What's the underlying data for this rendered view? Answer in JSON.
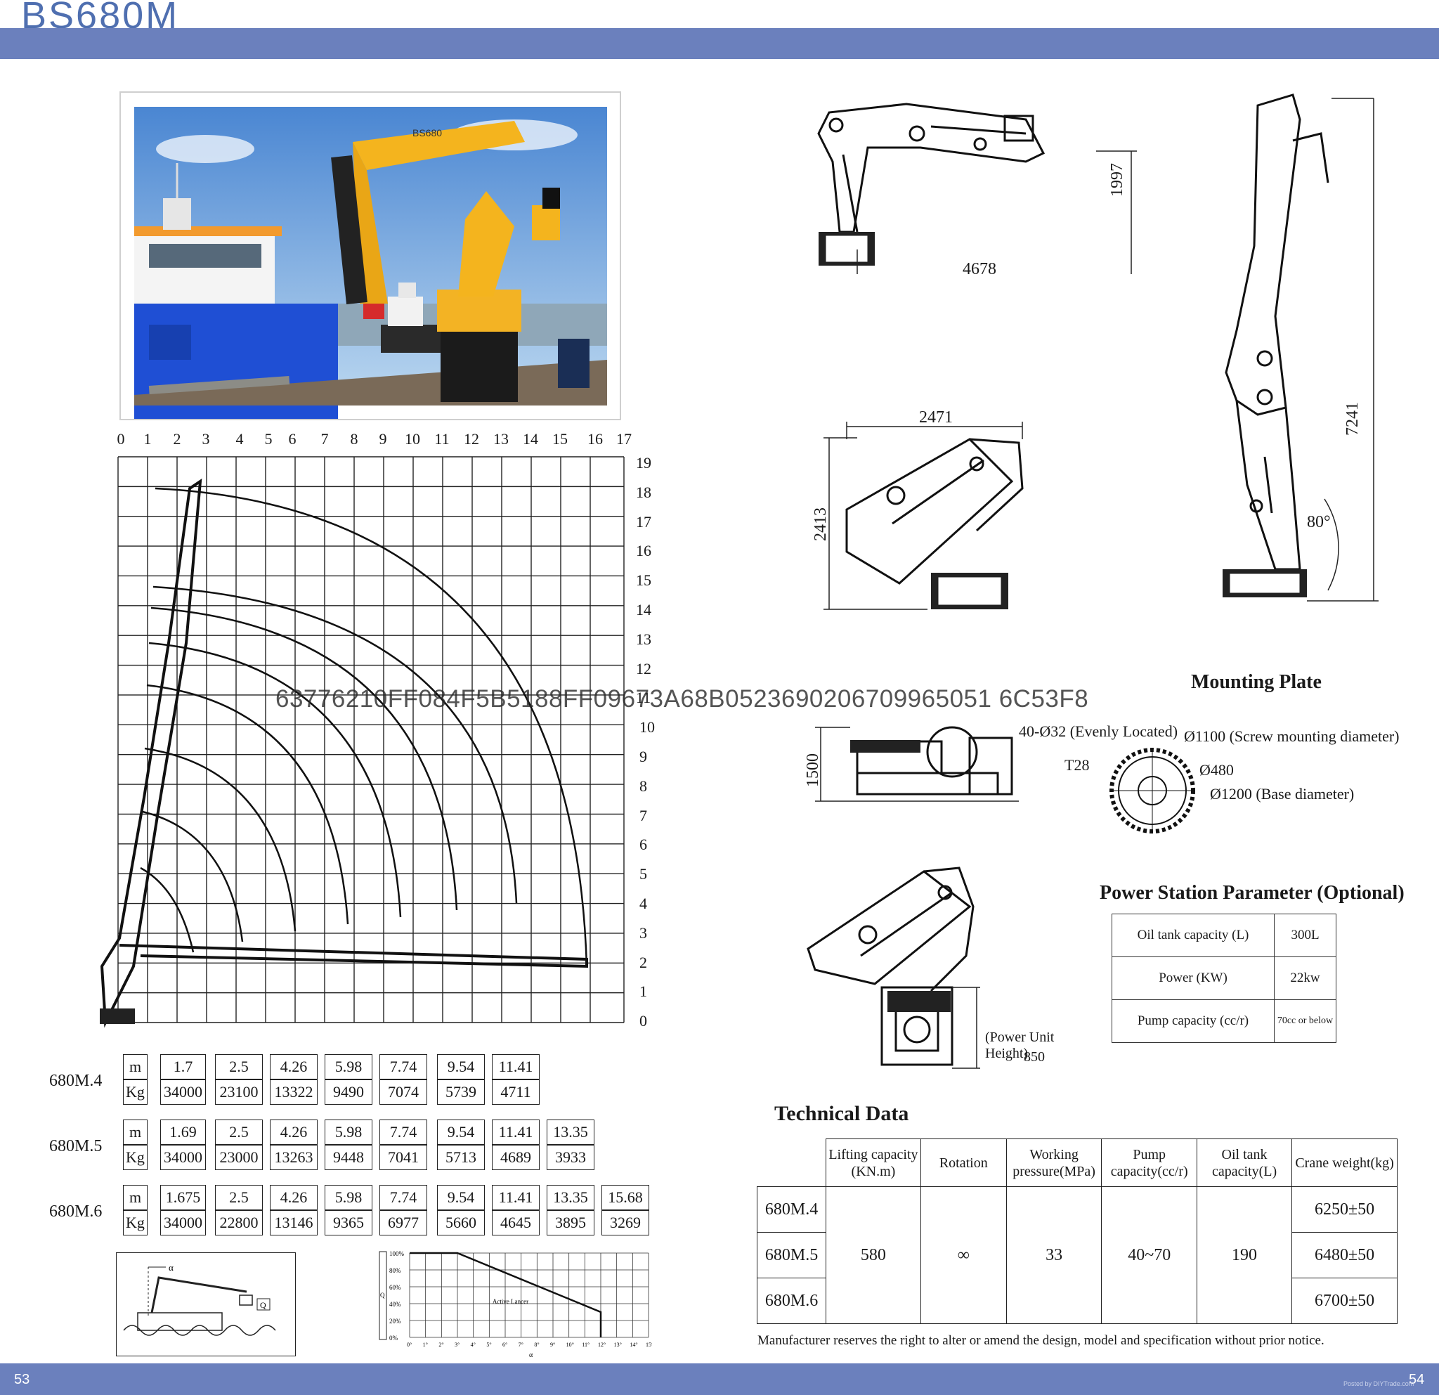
{
  "header": {
    "title": "BS680M"
  },
  "footer": {
    "page_left": "53",
    "page_right": "54",
    "credit": "Posted by DIYTrade.com"
  },
  "photo": {
    "crane_badge": "BS680"
  },
  "working_range": {
    "x_ticks": [
      "0",
      "1",
      "2",
      "3",
      "4",
      "5",
      "6",
      "7",
      "8",
      "9",
      "10",
      "11",
      "12",
      "13",
      "14",
      "15",
      "16",
      "17"
    ],
    "y_ticks": [
      "19",
      "18",
      "17",
      "16",
      "15",
      "14",
      "13",
      "12",
      "11",
      "10",
      "9",
      "8",
      "7",
      "6",
      "5",
      "4",
      "3",
      "2",
      "1",
      "0"
    ]
  },
  "load_tables": [
    {
      "model": "680M.4",
      "unit_m": "m",
      "unit_kg": "Kg",
      "m": [
        "1.7",
        "2.5",
        "4.26",
        "5.98",
        "7.74",
        "9.54",
        "11.41"
      ],
      "kg": [
        "34000",
        "23100",
        "13322",
        "9490",
        "7074",
        "5739",
        "4711"
      ]
    },
    {
      "model": "680M.5",
      "unit_m": "m",
      "unit_kg": "Kg",
      "m": [
        "1.69",
        "2.5",
        "4.26",
        "5.98",
        "7.74",
        "9.54",
        "11.41",
        "13.35"
      ],
      "kg": [
        "34000",
        "23000",
        "13263",
        "9448",
        "7041",
        "5713",
        "4689",
        "3933"
      ]
    },
    {
      "model": "680M.6",
      "unit_m": "m",
      "unit_kg": "Kg",
      "m": [
        "1.675",
        "2.5",
        "4.26",
        "5.98",
        "7.74",
        "9.54",
        "11.41",
        "13.35",
        "15.68"
      ],
      "kg": [
        "34000",
        "22800",
        "13146",
        "9365",
        "6977",
        "5660",
        "4645",
        "3895",
        "3269"
      ]
    }
  ],
  "small_diagram": {
    "alpha": "α",
    "q": "Q"
  },
  "derate_chart": {
    "y_labels": [
      "100%",
      "80%",
      "60%",
      "40%",
      "20%",
      "0%"
    ],
    "x_labels": [
      "0°",
      "1°",
      "2°",
      "3°",
      "4°",
      "5°",
      "6°",
      "7°",
      "8°",
      "9°",
      "10°",
      "11°",
      "12°",
      "13°",
      "14°",
      "15°"
    ],
    "axis_symbol": "α",
    "y_symbol": "Q",
    "annotation": "Active Lancer"
  },
  "dimensions": {
    "top_height": "1997",
    "top_length": "4678",
    "stowed_width": "2471",
    "stowed_height": "2413",
    "upright_height": "7241",
    "upright_angle": "80°",
    "plate_height": "1500",
    "power_unit_height": "(Power Unit Height)",
    "power_unit_value": "850"
  },
  "mounting_plate": {
    "title": "Mounting Plate",
    "bolts": "40-Ø32 (Evenly Located)",
    "screw_diameter": "Ø1100 (Screw mounting diameter)",
    "thickness": "T28",
    "inner": "Ø480",
    "base_diameter": "Ø1200 (Base diameter)"
  },
  "power_station": {
    "title": "Power Station Parameter (Optional)",
    "rows": [
      {
        "label": "Oil tank capacity (L)",
        "value": "300L"
      },
      {
        "label": "Power (KW)",
        "value": "22kw"
      },
      {
        "label": "Pump capacity (cc/r)",
        "value": "70cc or below"
      }
    ]
  },
  "technical_data": {
    "title": "Technical Data",
    "headers": [
      "Lifting capacity (KN.m)",
      "Rotation",
      "Working pressure(MPa)",
      "Pump capacity(cc/r)",
      "Oil tank capacity(L)",
      "Crane weight(kg)"
    ],
    "models": [
      "680M.4",
      "680M.5",
      "680M.6"
    ],
    "lifting_capacity": "580",
    "rotation": "∞",
    "working_pressure": "33",
    "pump_capacity": "40~70",
    "oil_tank": "190",
    "weights": [
      "6250±50",
      "6480±50",
      "6700±50"
    ]
  },
  "disclaimer": "Manufacturer reserves the right to alter or amend the design, model and specification without prior notice.",
  "watermark": "63776210FF084F5B5188FF09673A68B0523690206709965051 6C53F8"
}
